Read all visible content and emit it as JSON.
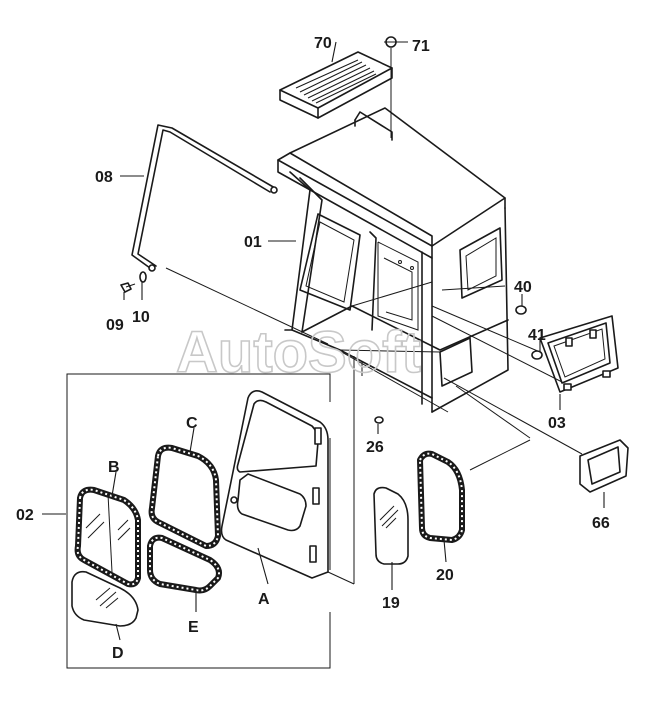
{
  "watermark": "AutoSoft",
  "labels": {
    "p70": "70",
    "p71": "71",
    "p08": "08",
    "p01": "01",
    "p40": "40",
    "p41": "41",
    "p09": "09",
    "p10": "10",
    "p03": "03",
    "p26": "26",
    "p66": "66",
    "p02": "02",
    "pA": "A",
    "pB": "B",
    "pC": "C",
    "pD": "D",
    "pE": "E",
    "p19": "19",
    "p20": "20"
  }
}
